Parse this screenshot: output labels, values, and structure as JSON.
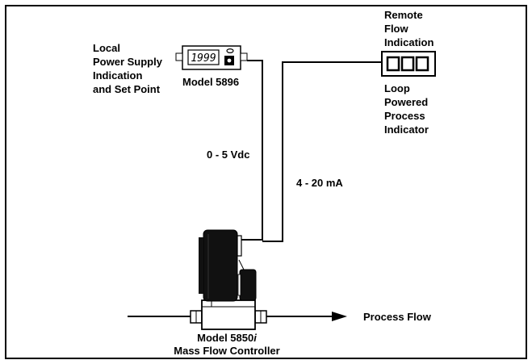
{
  "labels": {
    "local_supply": [
      "Local",
      "Power Supply",
      "Indication",
      "and Set Point"
    ],
    "model_5896": "Model 5896",
    "remote_flow": [
      "Remote",
      "Flow",
      "Indication"
    ],
    "loop_indicator": [
      "Loop",
      "Powered",
      "Process",
      "Indicator"
    ],
    "voltage_signal": "0 - 5 Vdc",
    "current_signal": "4 - 20 mA",
    "process_flow": "Process Flow",
    "model_5850i_prefix": "Model 5850",
    "model_5850i_suffix": "i",
    "mass_flow_controller": "Mass Flow Controller"
  },
  "display": {
    "power_supply_readout": "1999"
  },
  "colors": {
    "ink": "#000000",
    "paper": "#ffffff"
  }
}
